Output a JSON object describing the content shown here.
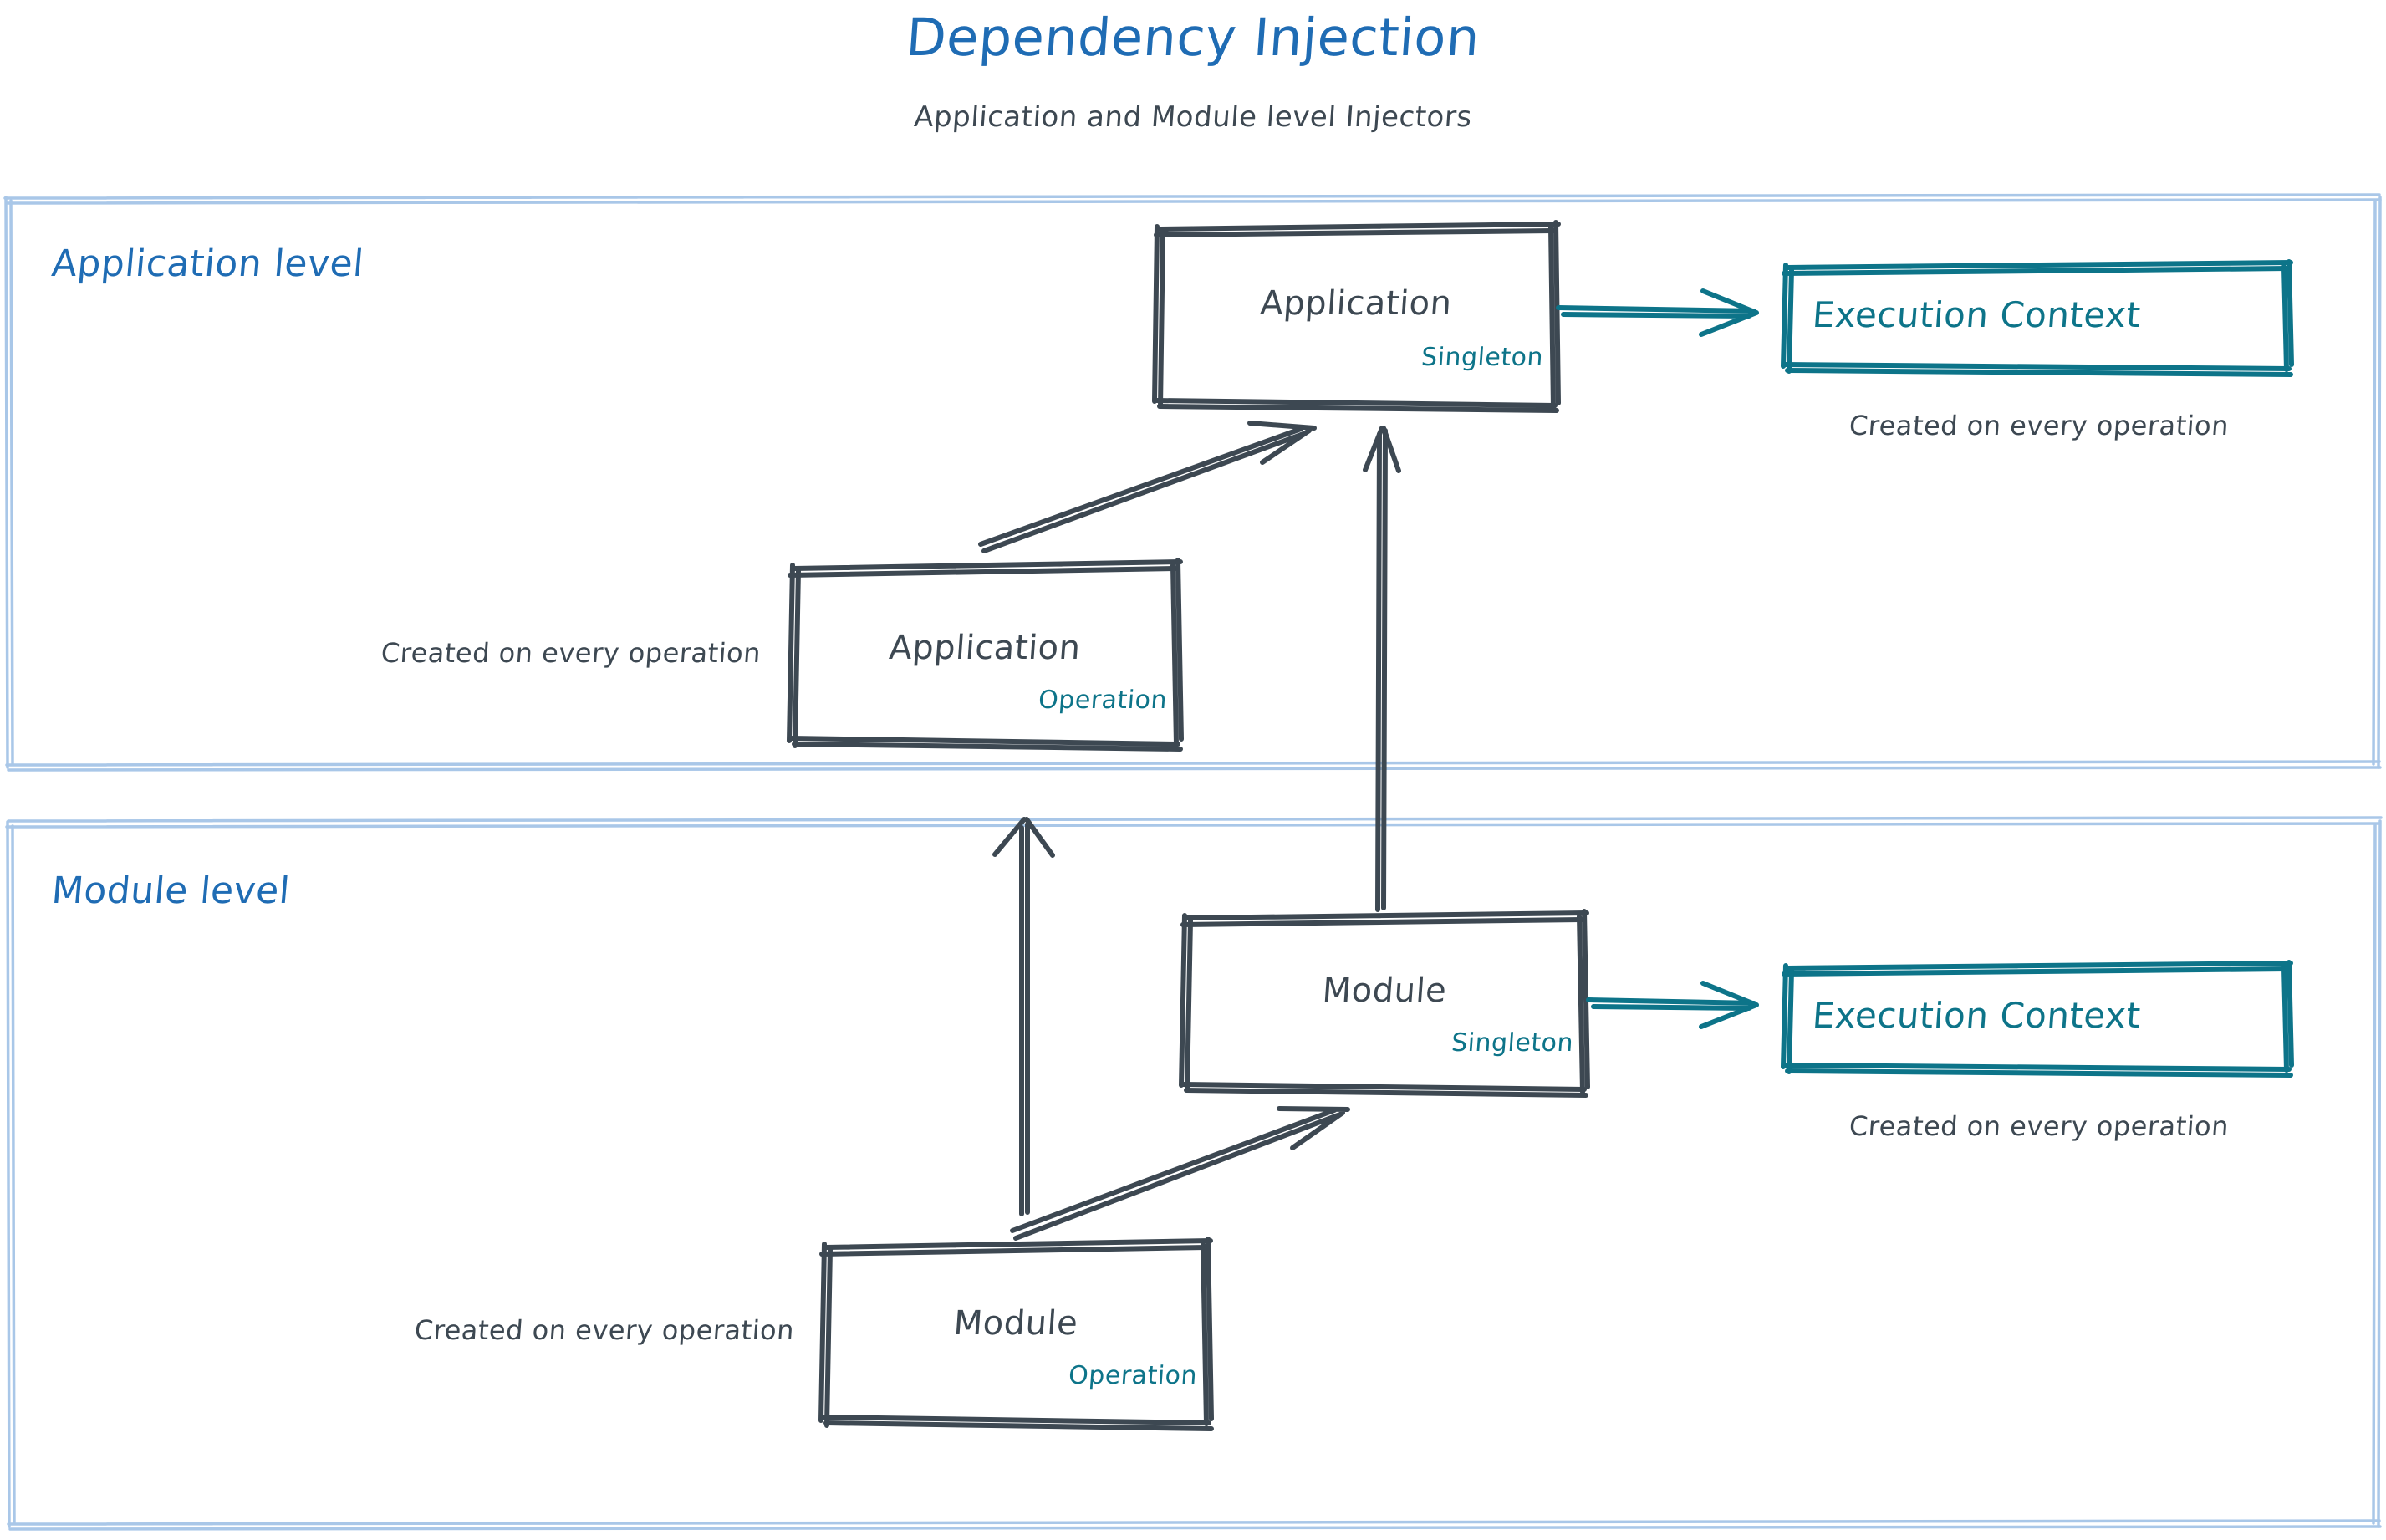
{
  "header": {
    "title": "Dependency Injection",
    "subtitle": "Application and Module level Injectors"
  },
  "colors": {
    "title_blue": "#1f6cb4",
    "panel_border_blue": "#a9c7e8",
    "node_stroke": "#3d4852",
    "teal": "#0d7489",
    "text_dark": "#3d4852",
    "background": "#ffffff"
  },
  "panels": [
    {
      "id": "application-level",
      "label": "Application level"
    },
    {
      "id": "module-level",
      "label": "Module level"
    }
  ],
  "nodes": {
    "application_singleton": {
      "title": "Application",
      "scope": "Singleton"
    },
    "application_operation": {
      "title": "Application",
      "scope": "Operation"
    },
    "module_singleton": {
      "title": "Module",
      "scope": "Singleton"
    },
    "module_operation": {
      "title": "Module",
      "scope": "Operation"
    },
    "execution_context_app": {
      "title": "Execution Context"
    },
    "execution_context_module": {
      "title": "Execution Context"
    }
  },
  "captions": {
    "exec_context_app": "Created on every operation",
    "exec_context_module": "Created on every operation",
    "application_operation": "Created on every operation",
    "module_operation": "Created on every operation"
  },
  "edges": [
    {
      "id": "app-op-to-app-singleton",
      "from": "application_operation",
      "to": "application_singleton",
      "color": "#3d4852",
      "style": "sketch-arrow"
    },
    {
      "id": "app-singleton-to-exec-context",
      "from": "application_singleton",
      "to": "execution_context_app",
      "color": "#0d7489",
      "style": "sketch-arrow"
    },
    {
      "id": "module-singleton-to-app-singleton",
      "from": "module_singleton",
      "to": "application_singleton",
      "color": "#3d4852",
      "style": "sketch-arrow"
    },
    {
      "id": "module-op-to-module-singleton",
      "from": "module_operation",
      "to": "module_singleton",
      "color": "#3d4852",
      "style": "sketch-arrow"
    },
    {
      "id": "module-singleton-to-exec-context",
      "from": "module_singleton",
      "to": "execution_context_module",
      "color": "#0d7489",
      "style": "sketch-arrow"
    },
    {
      "id": "module-op-to-app-op",
      "from": "module_operation",
      "to": "application_operation",
      "color": "#3d4852",
      "style": "sketch-arrow"
    }
  ]
}
